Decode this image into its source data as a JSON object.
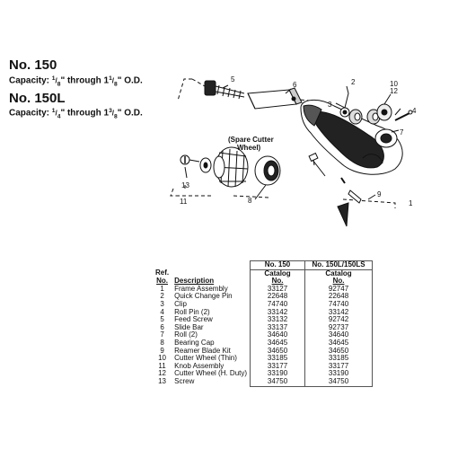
{
  "models": [
    {
      "name": "No. 150",
      "cap_prefix": "Capacity: ",
      "from_n": "1",
      "from_d": "8",
      "cap_mid": "\" through ",
      "to_w": "1",
      "to_n": "1",
      "to_d": "8",
      "cap_suffix": "\" O.D."
    },
    {
      "name": "No. 150L",
      "cap_prefix": "Capacity: ",
      "from_n": "1",
      "from_d": "4",
      "cap_mid": "\" through ",
      "to_w": "1",
      "to_n": "3",
      "to_d": "8",
      "cap_suffix": "\" O.D."
    }
  ],
  "diagram": {
    "note_line1": "(Spare Cutter",
    "note_line2": "Wheel)",
    "callouts": [
      "1",
      "2",
      "3",
      "4",
      "5",
      "6",
      "7",
      "8",
      "9",
      "10",
      "11",
      "12",
      "13"
    ]
  },
  "table": {
    "col_a": "No. 150",
    "col_b": "No. 150L/150LS",
    "ref_line1": "Ref.",
    "ref_line2": "No.",
    "desc_header": "Description",
    "catalog": "Catalog",
    "no": "No.",
    "rows": [
      {
        "no": "1",
        "desc": "Frame Assembly",
        "a": "33127",
        "b": "92747"
      },
      {
        "no": "2",
        "desc": "Quick Change Pin",
        "a": "22648",
        "b": "22648"
      },
      {
        "no": "3",
        "desc": "Clip",
        "a": "74740",
        "b": "74740"
      },
      {
        "no": "4",
        "desc": "Roll Pin (2)",
        "a": "33142",
        "b": "33142"
      },
      {
        "no": "5",
        "desc": "Feed Screw",
        "a": "33132",
        "b": "92742"
      },
      {
        "no": "6",
        "desc": "Slide Bar",
        "a": "33137",
        "b": "92737"
      },
      {
        "no": "7",
        "desc": "Roll (2)",
        "a": "34640",
        "b": "34640"
      },
      {
        "no": "8",
        "desc": "Bearing Cap",
        "a": "34645",
        "b": "34645"
      },
      {
        "no": "9",
        "desc": "Reamer Blade Kit",
        "a": "34650",
        "b": "34650"
      },
      {
        "no": "10",
        "desc": "Cutter Wheel (Thin)",
        "a": "33185",
        "b": "33185"
      },
      {
        "no": "11",
        "desc": "Knob Assembly",
        "a": "33177",
        "b": "33177"
      },
      {
        "no": "12",
        "desc": "Cutter Wheel (H. Duty)",
        "a": "33190",
        "b": "33190"
      },
      {
        "no": "13",
        "desc": "Screw",
        "a": "34750",
        "b": "34750"
      }
    ]
  }
}
